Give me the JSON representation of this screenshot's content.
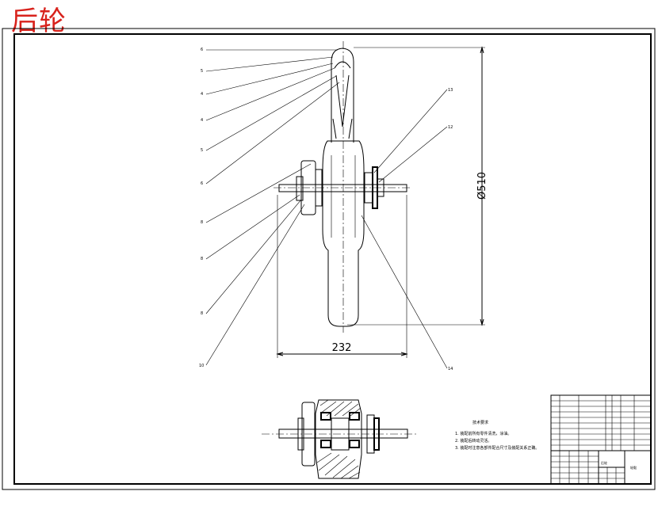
{
  "title": "后轮",
  "colors": {
    "title": "#d8221c",
    "line": "#000000"
  },
  "dimensions": {
    "height": "Ø510",
    "width": "232"
  },
  "callouts": [
    "6",
    "5",
    "4",
    "4",
    "5",
    "6",
    "8",
    "8",
    "8",
    "10",
    "13",
    "12",
    "14"
  ],
  "tech_requirements": {
    "heading": "技术要求",
    "items": [
      "1. 装配前所有零件清洗，涂油。",
      "2. 装配后转动灵活。",
      "3. 装配时注意各部件配合尺寸及装配关系正确。"
    ]
  },
  "title_block": {
    "drawing_name": "后轮",
    "part_label": "轮毂"
  }
}
